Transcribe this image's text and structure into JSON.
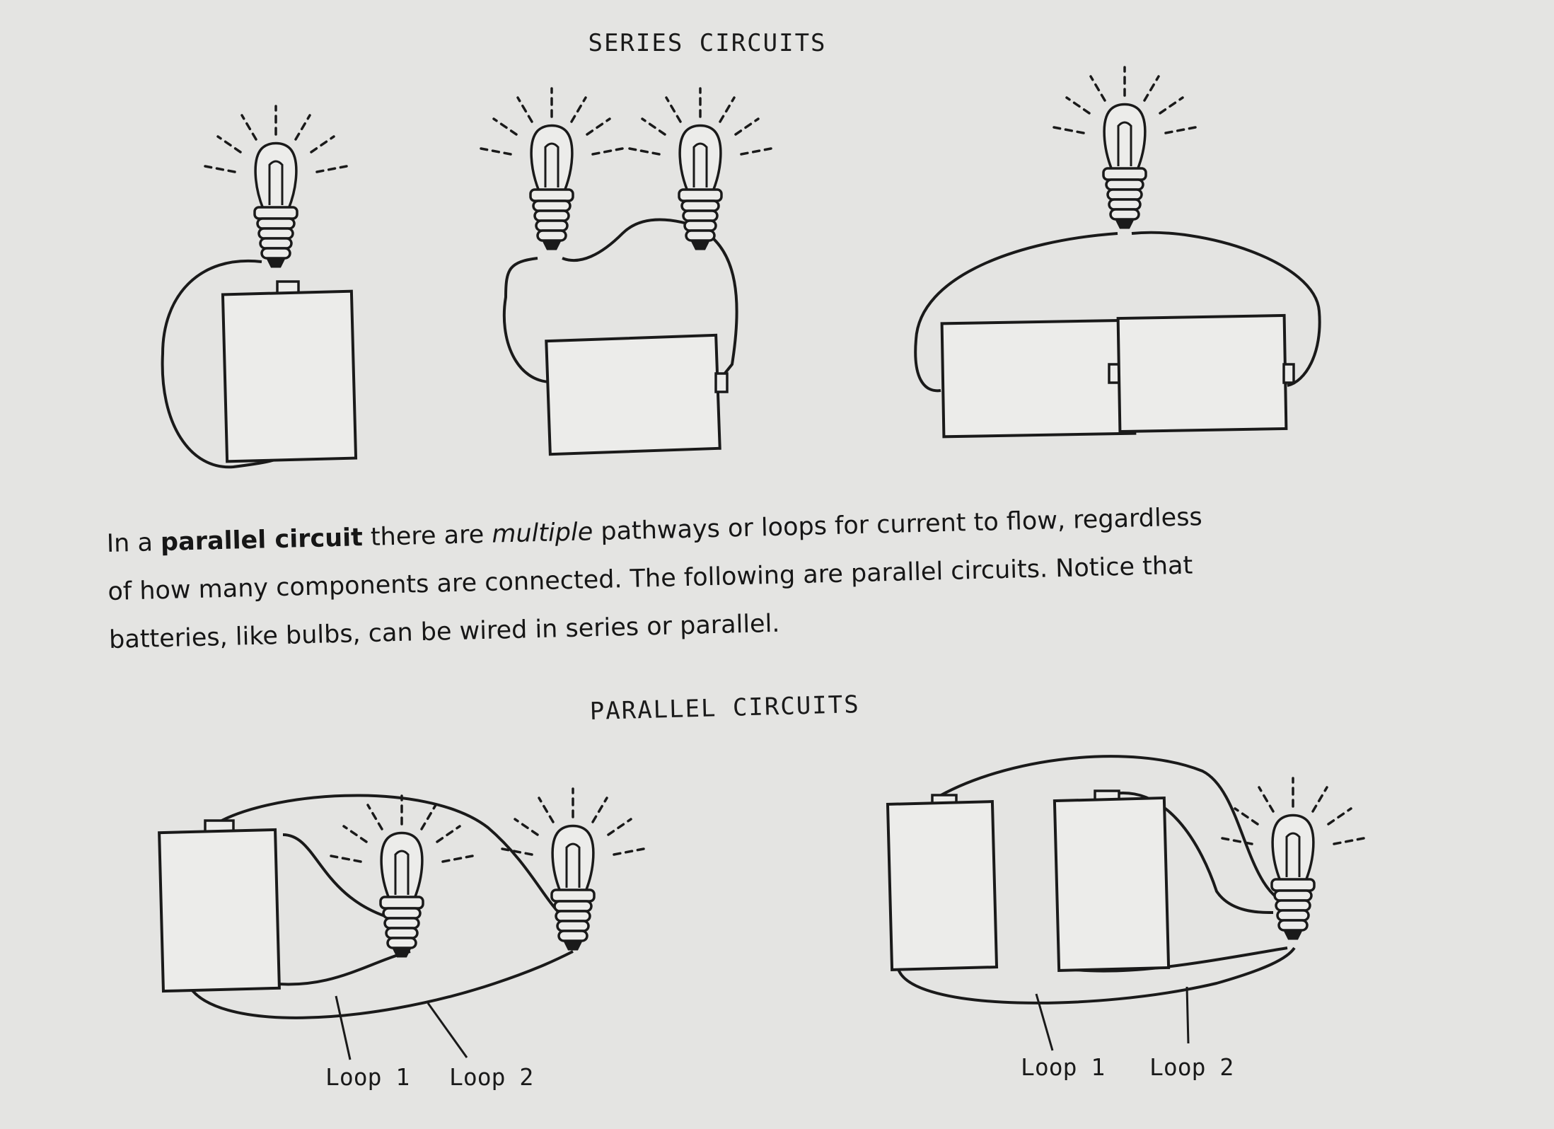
{
  "headings": {
    "series": "SERIES CIRCUITS",
    "parallel": "PARALLEL CIRCUITS"
  },
  "paragraph": {
    "part1": "In a ",
    "term": "parallel circuit",
    "part2": " there are ",
    "emphasis": "multiple",
    "part3": " pathways or loops for current to flow, regardless",
    "line2": "of how many components are connected. The following are parallel circuits. Notice that",
    "line3": "batteries, like bulbs, can be wired in series or parallel."
  },
  "loop_labels": {
    "left_loop1": "Loop 1",
    "left_loop2": "Loop 2",
    "right_loop1": "Loop 1",
    "right_loop2": "Loop 2"
  }
}
